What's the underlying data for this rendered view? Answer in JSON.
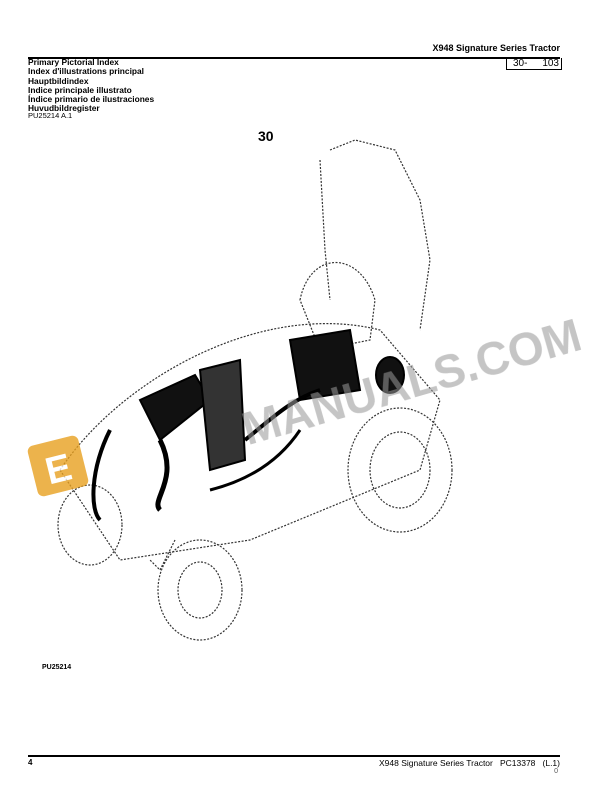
{
  "header": {
    "title": "X948 Signature Series Tractor",
    "section": "30-",
    "page": "103"
  },
  "titles": [
    "Primary Pictorial Index",
    "Index d'illustrations principal",
    "Hauptbildindex",
    "Indice principale illustrato",
    "Índice primario de ilustraciones",
    "Huvudbildregister"
  ],
  "reference": "PU25214 A.1",
  "figure": {
    "number": "30",
    "id": "PU25214"
  },
  "watermark": {
    "text": "MANUALS.COM",
    "logo_letter": "E",
    "color": "#e8a020"
  },
  "footer": {
    "page_number": "4",
    "doc_title": "X948 Signature Series Tractor",
    "doc_id": "PC13378",
    "revision": "(L.1)",
    "suffix": "0"
  }
}
